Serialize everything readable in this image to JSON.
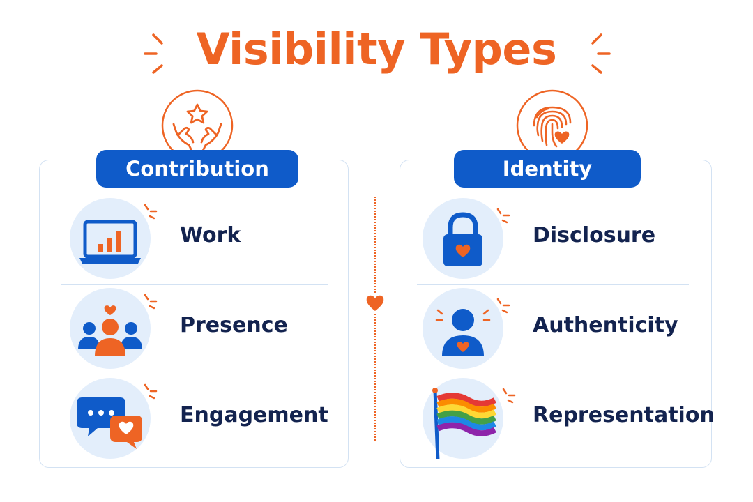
{
  "title": "Visibility Types",
  "colors": {
    "accent": "#ee6424",
    "primary": "#0f5bc9",
    "text": "#13234f",
    "circle_bg": "#e3eefb"
  },
  "columns": [
    {
      "label": "Contribution",
      "header_icon": "hands-star-icon",
      "items": [
        {
          "label": "Work",
          "icon": "laptop-chart-icon"
        },
        {
          "label": "Presence",
          "icon": "people-group-icon"
        },
        {
          "label": "Engagement",
          "icon": "chat-heart-icon"
        }
      ]
    },
    {
      "label": "Identity",
      "header_icon": "fingerprint-heart-icon",
      "items": [
        {
          "label": "Disclosure",
          "icon": "lock-heart-icon"
        },
        {
          "label": "Authenticity",
          "icon": "person-heart-icon"
        },
        {
          "label": "Representation",
          "icon": "rainbow-flag-icon"
        }
      ]
    }
  ],
  "connector_icon": "heart-icon"
}
